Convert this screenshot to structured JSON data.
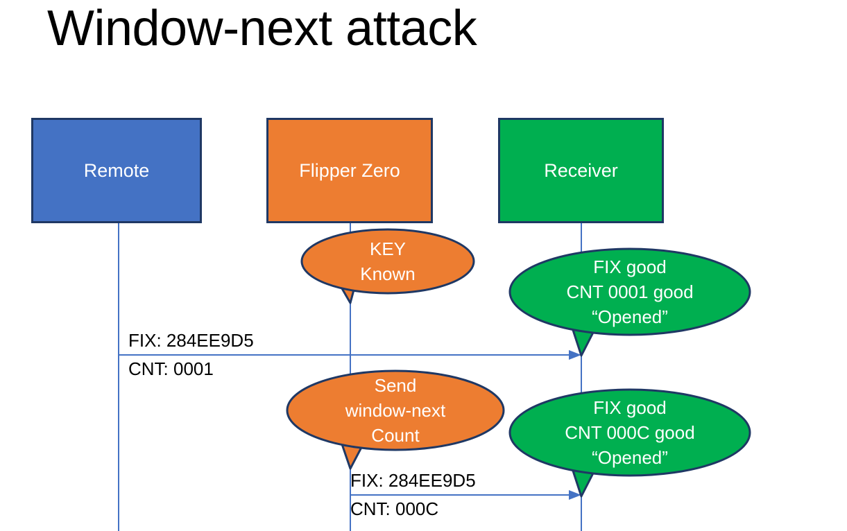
{
  "slide": {
    "title": "Window-next attack",
    "background": "#ffffff"
  },
  "palette": {
    "blue": "#4472C4",
    "orange": "#ED7D31",
    "green": "#00AF50",
    "outline": "#1F3864",
    "line": "#4472C4",
    "text_light": "#ffffff",
    "text_dark": "#000000"
  },
  "actors": [
    {
      "id": "remote",
      "label": "Remote",
      "color": "#4472C4"
    },
    {
      "id": "flipper",
      "label": "Flipper Zero",
      "color": "#ED7D31"
    },
    {
      "id": "receiver",
      "label": "Receiver",
      "color": "#00AF50"
    }
  ],
  "callouts": [
    {
      "id": "key-known",
      "owner": "flipper",
      "color": "#ED7D31",
      "lines": [
        "KEY",
        "Known"
      ],
      "text": "KEY\nKnown"
    },
    {
      "id": "receiver-first-ok",
      "owner": "receiver",
      "color": "#00AF50",
      "lines": [
        "FIX good",
        "CNT 0001 good",
        "“Opened”"
      ],
      "text": "FIX good\nCNT 0001 good\n“Opened”"
    },
    {
      "id": "send-window-next",
      "owner": "flipper",
      "color": "#ED7D31",
      "lines": [
        "Send",
        "window-next",
        "Count"
      ],
      "text": "Send\nwindow-next\nCount"
    },
    {
      "id": "receiver-second-ok",
      "owner": "receiver",
      "color": "#00AF50",
      "lines": [
        "FIX good",
        "CNT 000C good",
        "“Opened”"
      ],
      "text": "FIX good\nCNT 000C good\n“Opened”"
    }
  ],
  "messages": [
    {
      "id": "remote-to-receiver",
      "from": "remote",
      "to": "receiver",
      "label_above": "FIX: 284EE9D5",
      "label_below": "CNT: 0001"
    },
    {
      "id": "flipper-to-receiver",
      "from": "flipper",
      "to": "receiver",
      "label_above": "FIX: 284EE9D5",
      "label_below": "CNT: 000C"
    }
  ]
}
